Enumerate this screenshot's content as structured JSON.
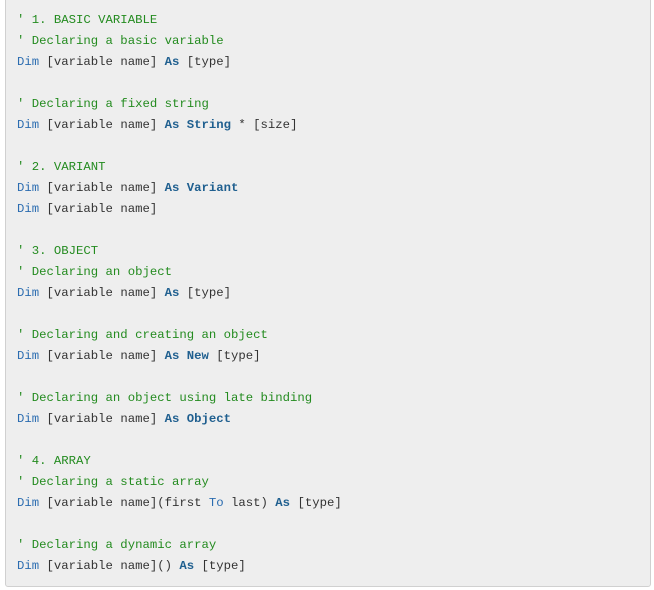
{
  "code_block": {
    "language": "vba",
    "colors": {
      "background": "#eeeeee",
      "border": "#d0d0d0",
      "comment": "#238b1f",
      "keyword": "#2b6cb0",
      "type_keyword": "#1f5f8f",
      "text": "#333333"
    },
    "lines": [
      {
        "tokens": [
          {
            "kind": "comment",
            "text": "' 1. BASIC VARIABLE"
          }
        ]
      },
      {
        "tokens": [
          {
            "kind": "comment",
            "text": "' Declaring a basic variable"
          }
        ]
      },
      {
        "tokens": [
          {
            "kind": "kw",
            "text": "Dim"
          },
          {
            "kind": "plain",
            "text": " [variable name] "
          },
          {
            "kind": "type",
            "text": "As"
          },
          {
            "kind": "plain",
            "text": " [type]"
          }
        ]
      },
      {
        "tokens": []
      },
      {
        "tokens": [
          {
            "kind": "comment",
            "text": "' Declaring a fixed string"
          }
        ]
      },
      {
        "tokens": [
          {
            "kind": "kw",
            "text": "Dim"
          },
          {
            "kind": "plain",
            "text": " [variable name] "
          },
          {
            "kind": "type",
            "text": "As"
          },
          {
            "kind": "plain",
            "text": " "
          },
          {
            "kind": "type",
            "text": "String"
          },
          {
            "kind": "plain",
            "text": " * [size]"
          }
        ]
      },
      {
        "tokens": []
      },
      {
        "tokens": [
          {
            "kind": "comment",
            "text": "' 2. VARIANT"
          }
        ]
      },
      {
        "tokens": [
          {
            "kind": "kw",
            "text": "Dim"
          },
          {
            "kind": "plain",
            "text": " [variable name] "
          },
          {
            "kind": "type",
            "text": "As"
          },
          {
            "kind": "plain",
            "text": " "
          },
          {
            "kind": "type",
            "text": "Variant"
          }
        ]
      },
      {
        "tokens": [
          {
            "kind": "kw",
            "text": "Dim"
          },
          {
            "kind": "plain",
            "text": " [variable name]"
          }
        ]
      },
      {
        "tokens": []
      },
      {
        "tokens": [
          {
            "kind": "comment",
            "text": "' 3. OBJECT"
          }
        ]
      },
      {
        "tokens": [
          {
            "kind": "comment",
            "text": "' Declaring an object"
          }
        ]
      },
      {
        "tokens": [
          {
            "kind": "kw",
            "text": "Dim"
          },
          {
            "kind": "plain",
            "text": " [variable name] "
          },
          {
            "kind": "type",
            "text": "As"
          },
          {
            "kind": "plain",
            "text": " [type]"
          }
        ]
      },
      {
        "tokens": []
      },
      {
        "tokens": [
          {
            "kind": "comment",
            "text": "' Declaring and creating an object"
          }
        ]
      },
      {
        "tokens": [
          {
            "kind": "kw",
            "text": "Dim"
          },
          {
            "kind": "plain",
            "text": " [variable name] "
          },
          {
            "kind": "type",
            "text": "As"
          },
          {
            "kind": "plain",
            "text": " "
          },
          {
            "kind": "type",
            "text": "New"
          },
          {
            "kind": "plain",
            "text": " [type]"
          }
        ]
      },
      {
        "tokens": []
      },
      {
        "tokens": [
          {
            "kind": "comment",
            "text": "' Declaring an object using late binding"
          }
        ]
      },
      {
        "tokens": [
          {
            "kind": "kw",
            "text": "Dim"
          },
          {
            "kind": "plain",
            "text": " [variable name] "
          },
          {
            "kind": "type",
            "text": "As"
          },
          {
            "kind": "plain",
            "text": " "
          },
          {
            "kind": "type",
            "text": "Object"
          }
        ]
      },
      {
        "tokens": []
      },
      {
        "tokens": [
          {
            "kind": "comment",
            "text": "' 4. ARRAY"
          }
        ]
      },
      {
        "tokens": [
          {
            "kind": "comment",
            "text": "' Declaring a static array"
          }
        ]
      },
      {
        "tokens": [
          {
            "kind": "kw",
            "text": "Dim"
          },
          {
            "kind": "plain",
            "text": " [variable name](first "
          },
          {
            "kind": "kw",
            "text": "To"
          },
          {
            "kind": "plain",
            "text": " last) "
          },
          {
            "kind": "type",
            "text": "As"
          },
          {
            "kind": "plain",
            "text": " [type]"
          }
        ]
      },
      {
        "tokens": []
      },
      {
        "tokens": [
          {
            "kind": "comment",
            "text": "' Declaring a dynamic array"
          }
        ]
      },
      {
        "tokens": [
          {
            "kind": "kw",
            "text": "Dim"
          },
          {
            "kind": "plain",
            "text": " [variable name]() "
          },
          {
            "kind": "type",
            "text": "As"
          },
          {
            "kind": "plain",
            "text": " [type]"
          }
        ]
      }
    ]
  }
}
